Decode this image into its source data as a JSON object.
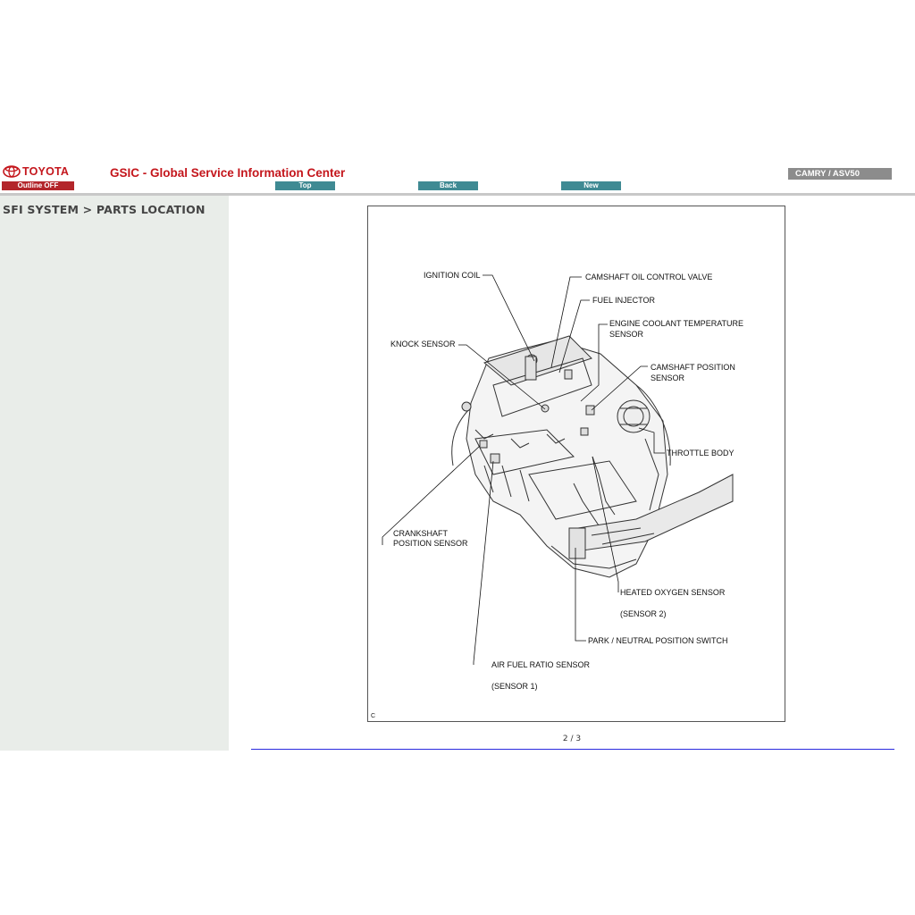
{
  "header": {
    "brand": "TOYOTA",
    "title": "GSIC - Global Service Information Center",
    "model": "CAMRY / ASV50",
    "nav": {
      "outline": "Outline OFF",
      "top": "Top",
      "back": "Back",
      "new": "New"
    }
  },
  "sidebar": {
    "breadcrumb": "SFI SYSTEM > PARTS LOCATION"
  },
  "figure": {
    "code": "C",
    "labels": {
      "ignition_coil": "IGNITION COIL",
      "camshaft_oil_control_valve": "CAMSHAFT OIL CONTROL VALVE",
      "fuel_injector": "FUEL INJECTOR",
      "engine_coolant_temperature_1": "ENGINE COOLANT TEMPERATURE",
      "engine_coolant_temperature_2": "SENSOR",
      "knock_sensor": "KNOCK SENSOR",
      "camshaft_position_1": "CAMSHAFT POSITION",
      "camshaft_position_2": "SENSOR",
      "throttle_body": "THROTTLE BODY",
      "crankshaft_position_1": "CRANKSHAFT",
      "crankshaft_position_2": "POSITION SENSOR",
      "heated_oxygen_sensor": "HEATED OXYGEN SENSOR",
      "sensor_2": "(SENSOR 2)",
      "park_neutral_switch": "PARK / NEUTRAL POSITION SWITCH",
      "air_fuel_ratio_sensor": "AIR FUEL RATIO SENSOR",
      "sensor_1": "(SENSOR 1)"
    }
  },
  "pager": {
    "text": "2 / 3"
  }
}
